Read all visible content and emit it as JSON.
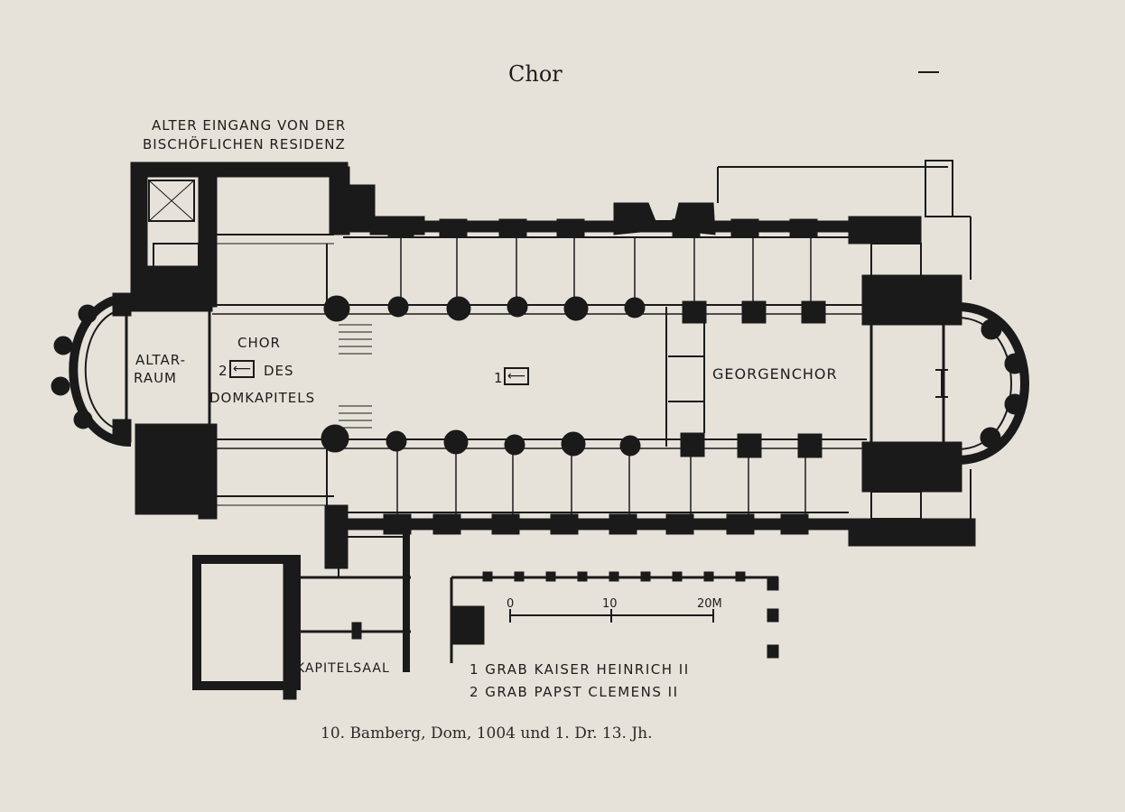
{
  "title": "Chor",
  "entrance_label": [
    "ALTER EINGANG VON DER",
    "BISCHÖFLICHEN RESIDENZ"
  ],
  "rooms": {
    "altar_raum": [
      "ALTAR-",
      "RAUM"
    ],
    "chor_des_domkapitels": [
      "CHOR",
      "DES",
      "DOMKAPITELS"
    ],
    "georgenchor": "GEORGENCHOR",
    "kapitelsaal": "KAPITELSAAL"
  },
  "markers": {
    "grave_1": "1",
    "grave_2": "2",
    "arrow_glyph": "⟵",
    "east_marker": "I"
  },
  "scale": {
    "ticks": [
      "0",
      "10",
      "20M"
    ]
  },
  "legend": [
    "1 GRAB KAISER HEINRICH II",
    "2 GRAB PAPST CLEMENS II"
  ],
  "caption": "10. Bamberg, Dom, 1004 und 1. Dr. 13. Jh.",
  "colors": {
    "paper": "#e6e2da",
    "ink": "#1a1a1a"
  }
}
